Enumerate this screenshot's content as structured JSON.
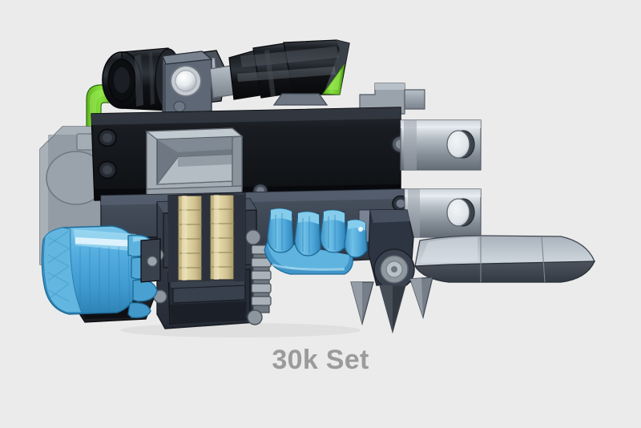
{
  "scene": {
    "background_color": "#ebebeb",
    "subject": "combi-bolter weapon with power-fist gauntlets",
    "render_style": "3d-cad-shaded"
  },
  "caption": {
    "text": "30k Set",
    "color": "#9b9b9b"
  },
  "palette": {
    "background": "#ebebeb",
    "body_black": "#181a1e",
    "body_slate": "#3a4250",
    "body_slate_dark": "#2c333f",
    "metal_gray": "#8a929c",
    "metal_gray_light": "#b9c0c8",
    "metal_gray_mid": "#78808b",
    "metal_silver": "#c9d0d6",
    "metal_highlight": "#e9eef2",
    "glove_blue": "#4fa8d8",
    "glove_blue_light": "#8fd0ef",
    "glove_blue_dark": "#2e7fae",
    "lens_green": "#77d132",
    "lens_green_dark": "#5bb01e",
    "brass": "#ddcf9d",
    "brass_dark": "#b9a874",
    "scope_black": "#141619",
    "outline": "#1b1d21"
  },
  "parts": [
    {
      "name": "rear-scope",
      "label": "Rear optic tube",
      "color": "#141619"
    },
    {
      "name": "front-scope",
      "label": "Front angled scope",
      "color": "#141619"
    },
    {
      "name": "green-coolant-pipe",
      "label": "Green coolant pipe",
      "color": "#77d132"
    },
    {
      "name": "scope-mount-block",
      "label": "Scope mount with lens",
      "color": "#5c6675"
    },
    {
      "name": "upper-receiver",
      "label": "Upper receiver",
      "color": "#181a1e"
    },
    {
      "name": "lower-receiver",
      "label": "Lower receiver",
      "color": "#3a4250"
    },
    {
      "name": "ejection-port",
      "label": "Ejection port housing",
      "color": "#9aa2ab"
    },
    {
      "name": "ammo-belt",
      "label": "Brass ammunition belt",
      "color": "#ddcf9d"
    },
    {
      "name": "ammo-box",
      "label": "Ammunition magazine box",
      "color": "#343b47"
    },
    {
      "name": "feed-sprocket",
      "label": "Feed sprocket gear",
      "color": "#9aa2ab"
    },
    {
      "name": "barrel-upper",
      "label": "Upper barrel",
      "color": "#a7afb8"
    },
    {
      "name": "barrel-lower",
      "label": "Lower barrel",
      "color": "#a7afb8"
    },
    {
      "name": "front-sight",
      "label": "Front sight block",
      "color": "#9aa2ab"
    },
    {
      "name": "rear-plate",
      "label": "Rear armour plate",
      "color": "#8a929c"
    },
    {
      "name": "gauntlet-fist",
      "label": "Blue power fist gripping pistol grip",
      "color": "#4fa8d8"
    },
    {
      "name": "pistol-grip",
      "label": "Pistol grip",
      "color": "#1c1e22"
    },
    {
      "name": "gauntlet-fingers",
      "label": "Blue gauntlet fingers on foregrip",
      "color": "#4fa8d8"
    },
    {
      "name": "bayonet-blade",
      "label": "Bayonet blade",
      "color": "#b0b8c0"
    },
    {
      "name": "bayonet-pivot",
      "label": "Bayonet pivot bolt",
      "color": "#8f979f"
    },
    {
      "name": "bayonet-spikes",
      "label": "Lower spike prongs",
      "color": "#6d7680"
    }
  ]
}
